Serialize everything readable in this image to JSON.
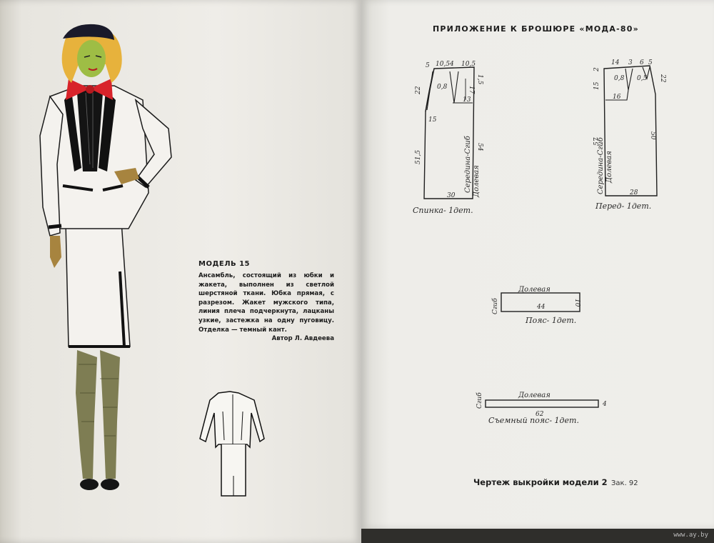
{
  "left_page": {
    "model_title": "МОДЕЛЬ 15",
    "description": "Ансамбль, состоящий из юбки и жакета, выполнен из светлой шерстяной ткани. Юбка прямая, с разрезом. Жакет мужского типа, линия плеча подчеркнута, лацканы узкие, застежка на одну пуговицу. Отделка — темный кант.",
    "author": "Автор Л. Авдеева"
  },
  "right_page": {
    "appendix_title": "ПРИЛОЖЕНИЕ К БРОШЮРЕ «МОДА-80»",
    "footer_title": "Чертеж выкройки модели 2",
    "footer_order": "Зак. 92",
    "back": {
      "label": "Спинка- 1дет.",
      "dim_5": "5",
      "dim_105a": "10,5",
      "dim_4": "4",
      "dim_105b": "10,5",
      "dim_15": "1,5",
      "dim_22": "22",
      "dim_08": "0,8",
      "dim_17": "17",
      "dim_13": "13",
      "dim_15b": "15",
      "dim_515": "51,5",
      "dim_54": "54",
      "dim_30": "30",
      "fold": "Середина-Сгиб",
      "grain": "Долевая"
    },
    "front": {
      "label": "Перед- 1дет.",
      "dim_14": "14",
      "dim_3": "3",
      "dim_6": "6",
      "dim_5": "5",
      "dim_2": "2",
      "dim_15": "15",
      "dim_08": "0,8",
      "dim_05": "0,5",
      "dim_22": "22",
      "dim_16": "16",
      "dim_57": "57",
      "dim_50": "50",
      "dim_28": "28",
      "fold": "Середина-Сгиб",
      "grain": "Долевая"
    },
    "belt": {
      "label": "Пояс- 1дет.",
      "grain": "Долевая",
      "fold": "Сгиб",
      "length": "44",
      "width": "10"
    },
    "removable_belt": {
      "label": "Съемный пояс- 1дет.",
      "grain": "Долевая",
      "fold": "Сгиб",
      "length": "62",
      "width": "4"
    }
  },
  "watermark": "www.ay.by",
  "colors": {
    "paper": "#efede8",
    "ink": "#1c1c1c",
    "jacket": "#f4f2ee",
    "trim": "#111111",
    "bow": "#d8232a",
    "hair": "#e7b23c",
    "skin": "#9ebd45",
    "hat": "#1a1a2a"
  }
}
